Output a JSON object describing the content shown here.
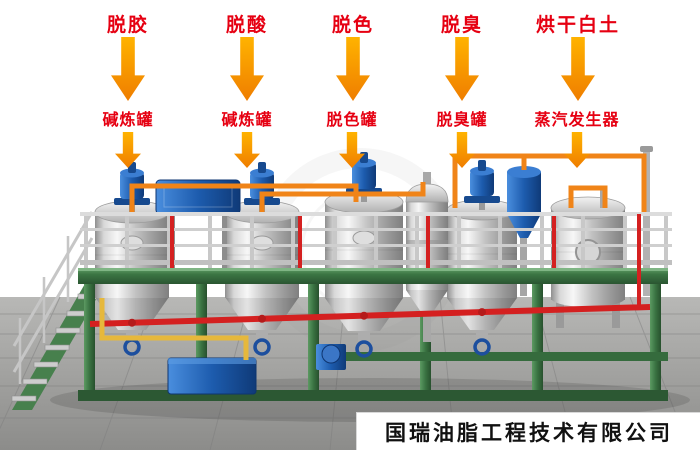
{
  "annotations": {
    "process_steps": [
      {
        "label": "脱胶"
      },
      {
        "label": "脱酸"
      },
      {
        "label": "脱色"
      },
      {
        "label": "脱臭"
      },
      {
        "label": "烘干白土"
      }
    ],
    "equipment": [
      {
        "label": "碱炼罐"
      },
      {
        "label": "碱炼罐"
      },
      {
        "label": "脱色罐"
      },
      {
        "label": "脱臭罐"
      },
      {
        "label": "蒸汽发生器"
      }
    ]
  },
  "footer": {
    "company_name": "国瑞油脂工程技术有限公司"
  },
  "colors": {
    "label_red": "#e60012",
    "arrow_orange": "#ffb300",
    "arrow_orange_dark": "#ef7d00",
    "pipe_orange": "#f08418",
    "pipe_red": "#d42020",
    "pipe_yellow": "#e6b83c",
    "frame_green": "#3b7543",
    "motor_blue": "#1d5cae",
    "floor_gray": "#9d9d9b",
    "company_text": "#111111"
  }
}
